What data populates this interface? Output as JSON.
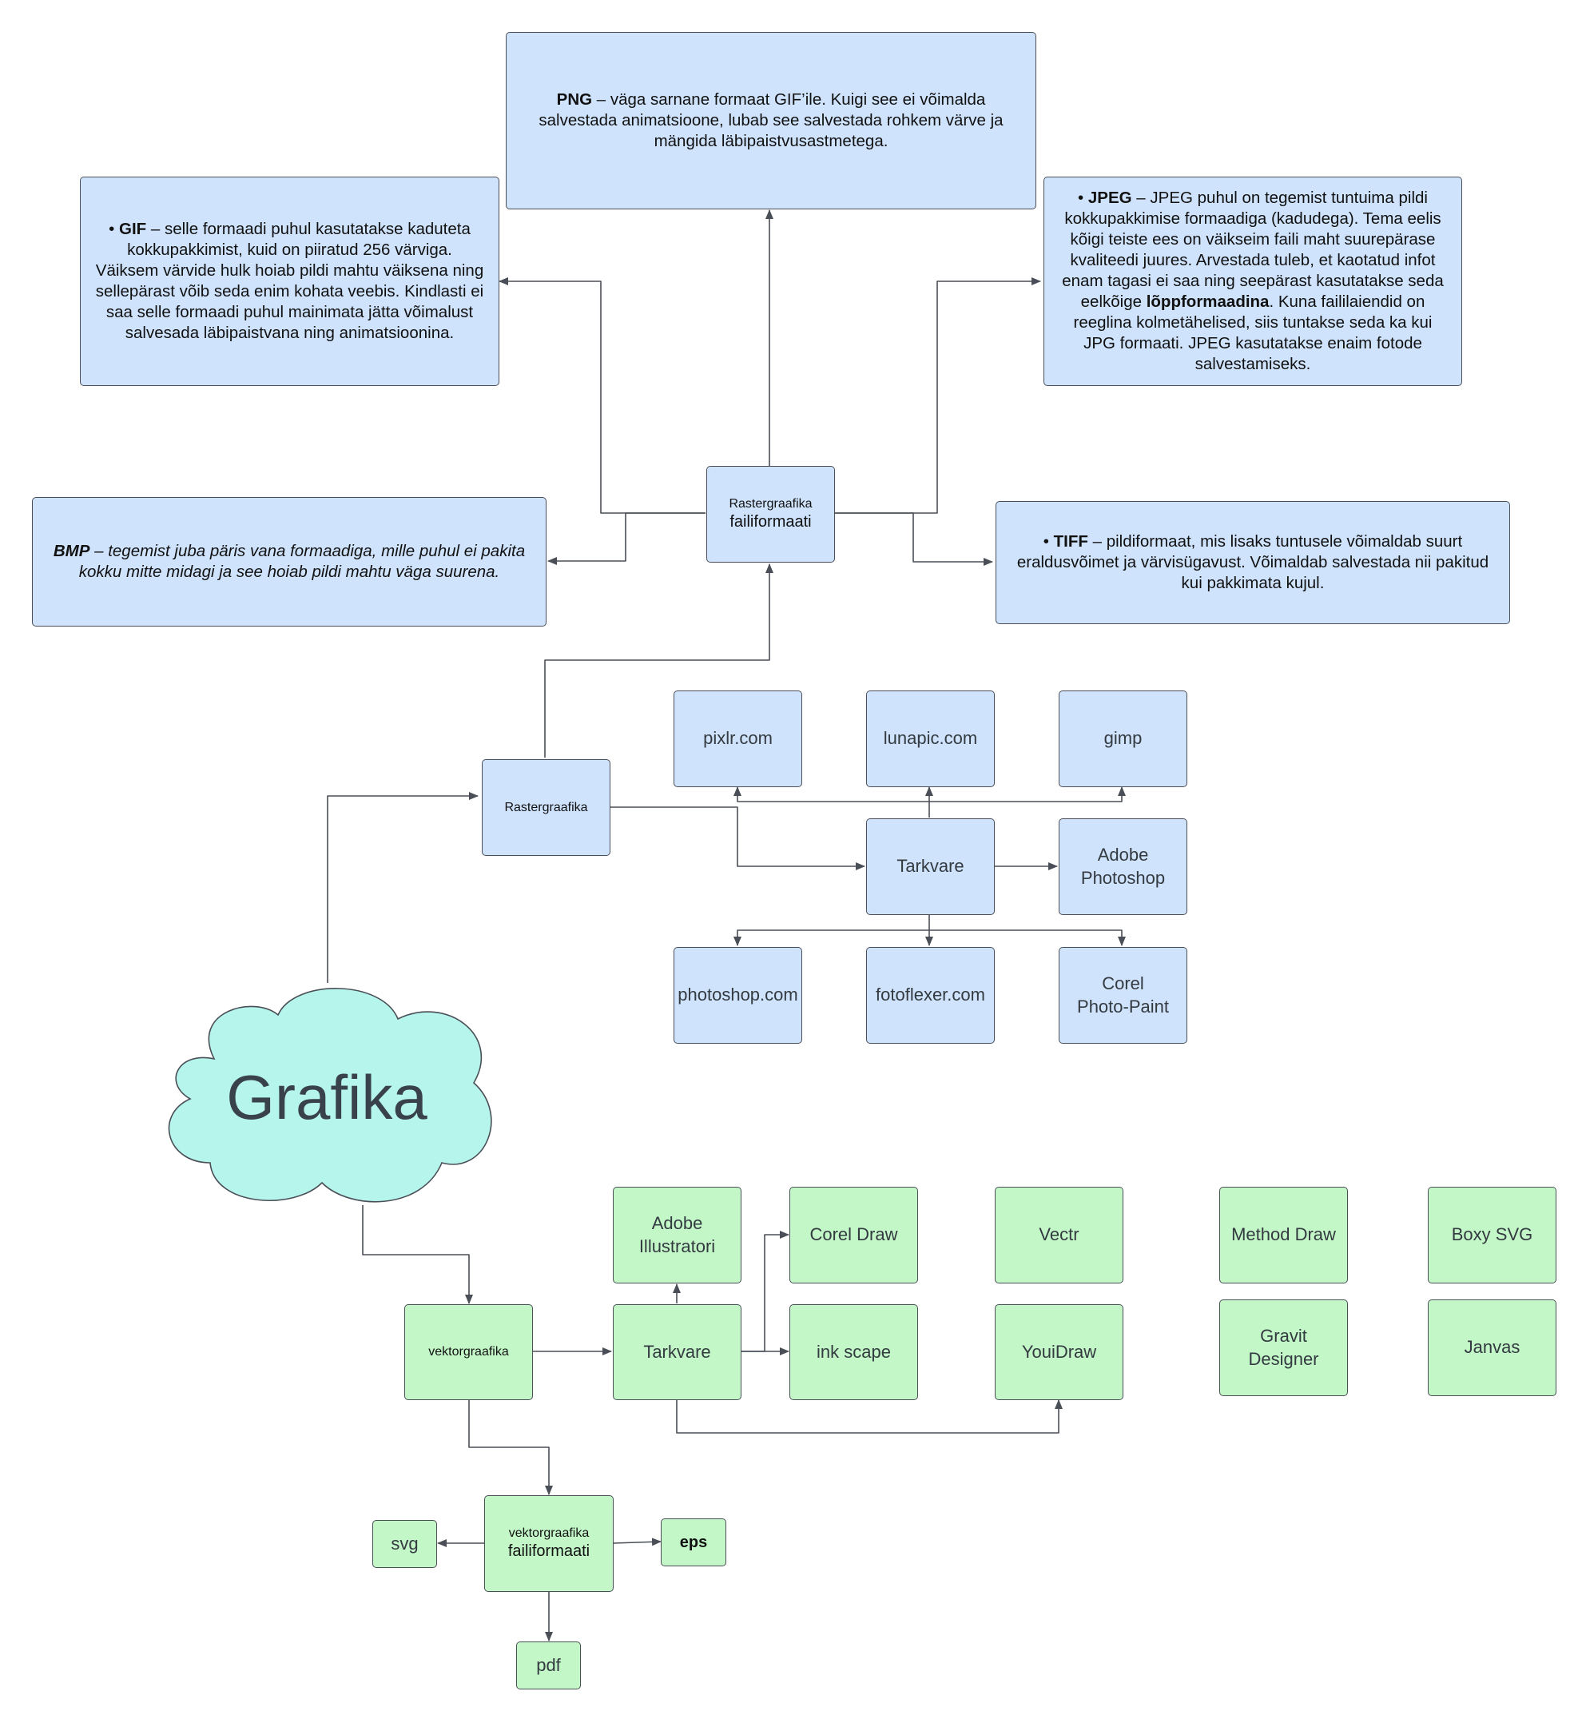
{
  "cloud": {
    "label": "Grafika"
  },
  "raster": {
    "root": "Rastergraafika",
    "formats_hub": {
      "line1": "Rastergraafika",
      "line2": "failiformaati"
    },
    "formats": {
      "png": {
        "name": "PNG",
        "text": " – väga sarnane formaat GIF’ile. Kuigi see ei võimalda salvestada animatsioone,  lubab see salvestada rohkem värve ja mängida läbipaistvusastmetega."
      },
      "gif": {
        "bullet": "• ",
        "name": "GIF",
        "text": " – selle formaadi puhul kasutatakse kaduteta kokkupakkimist, kuid on piiratud  256 värviga. Väiksem värvide hulk hoiab pildi mahtu väiksena ning sellepärast võib  seda enim kohata veebis. Kindlasti ei saa selle formaadi puhul mainimata jätta võimalust salvesada läbipaistvana ning animatsioonina."
      },
      "jpeg": {
        "bullet": "• ",
        "name": "JPEG",
        "text1": " – JPEG puhul on tegemist tuntuima pildi kokkupakkimise formaadiga  (kadudega). Tema eelis kõigi teiste ees on väikseim faili maht suurepärase kvaliteedi  juures. Arvestada tuleb, et kaotatud infot enam tagasi ei saa ning seepärast kasutatakse seda eelkõige ",
        "emph": "lõppformaadina",
        "text2": ". Kuna faililaiendid on reeglina kolmetähelised, siis  tuntakse seda ka kui JPG formaati. JPEG kasutatakse enaim fotode salvestamiseks."
      },
      "bmp": {
        "name": "BMP",
        "text": " – tegemist juba päris vana formaadiga, mille puhul ei pakita kokku mitte midagi  ja see hoiab pildi mahtu väga suurena."
      },
      "tiff": {
        "bullet": "• ",
        "name": "TIFF",
        "text": " – pildiformaat, mis lisaks tuntusele võimaldab suurt eraldusvõimet ja  värvisügavust. Võimaldab salvestada nii pakitud kui pakkimata kujul."
      }
    },
    "software_hub": "Tarkvare",
    "software": {
      "pixlr": "pixlr.com",
      "lunapic": "lunapic.com",
      "gimp": "gimp",
      "photoshop": {
        "line1": "Adobe",
        "line2": "Photoshop"
      },
      "photoshop_com": "photoshop.com",
      "fotoflexer": "fotoflexer.com",
      "corel_photo": {
        "line1": "Corel",
        "line2": "Photo-Paint"
      }
    }
  },
  "vector": {
    "root": "vektorgraafika",
    "software_hub": "Tarkvare",
    "software": {
      "illustrator": {
        "line1": "Adobe",
        "line2": "Illustratori"
      },
      "corel_draw": "Corel Draw",
      "inkscape": "ink scape",
      "vectr": "Vectr",
      "youidraw": "YouiDraw",
      "method_draw": "Method Draw",
      "gravit": {
        "line1": "Gravit",
        "line2": "Designer"
      },
      "boxy": "Boxy SVG",
      "janvas": "Janvas"
    },
    "formats_hub": {
      "line1": "vektorgraafika",
      "line2": "failiformaati"
    },
    "formats": {
      "svg": "svg",
      "eps": "eps",
      "pdf": "pdf"
    }
  },
  "colors": {
    "raster_fill": "#cfe3fd",
    "vector_fill": "#c3f7c8",
    "cloud_fill": "#b6f5ec",
    "stroke": "#4a4f57"
  }
}
